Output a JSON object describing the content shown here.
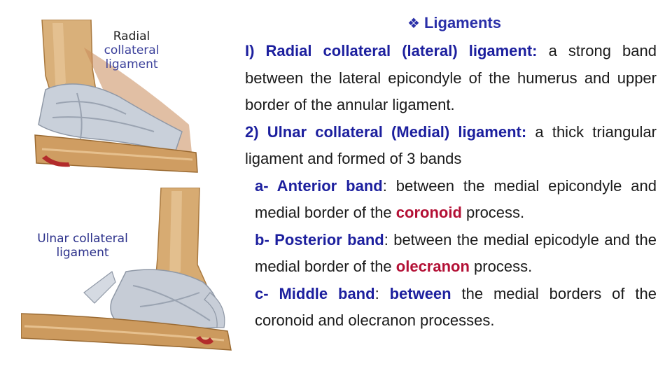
{
  "figures": {
    "top_label": [
      "Radial",
      "collateral",
      "ligament"
    ],
    "bottom_label": [
      "Ulnar collateral",
      "ligament"
    ]
  },
  "content": {
    "heading": "Ligaments",
    "item1": {
      "lead": "I) Radial collateral (lateral) ligament:",
      "text": " a strong band between the lateral epicondyle of the humerus and upper border of the annular ligament."
    },
    "item2": {
      "lead": "2) Ulnar collateral (Medial) ligament:",
      "text": " a thick triangular ligament and formed of 3 bands"
    },
    "band_a": {
      "lead": "a- Anterior band",
      "text1": ": between the medial epicondyle and medial border of the ",
      "highlight": "coronoid",
      "text2": " process."
    },
    "band_b": {
      "lead": "b- Posterior band",
      "text1": ": between the medial epicodyle and the medial border of the ",
      "highlight": "olecranon",
      "text2": " process."
    },
    "band_c": {
      "lead": "c- Middle band",
      "text1": ": ",
      "highlight": "between",
      "text2": " the medial borders of the coronoid and olecranon processes."
    }
  }
}
